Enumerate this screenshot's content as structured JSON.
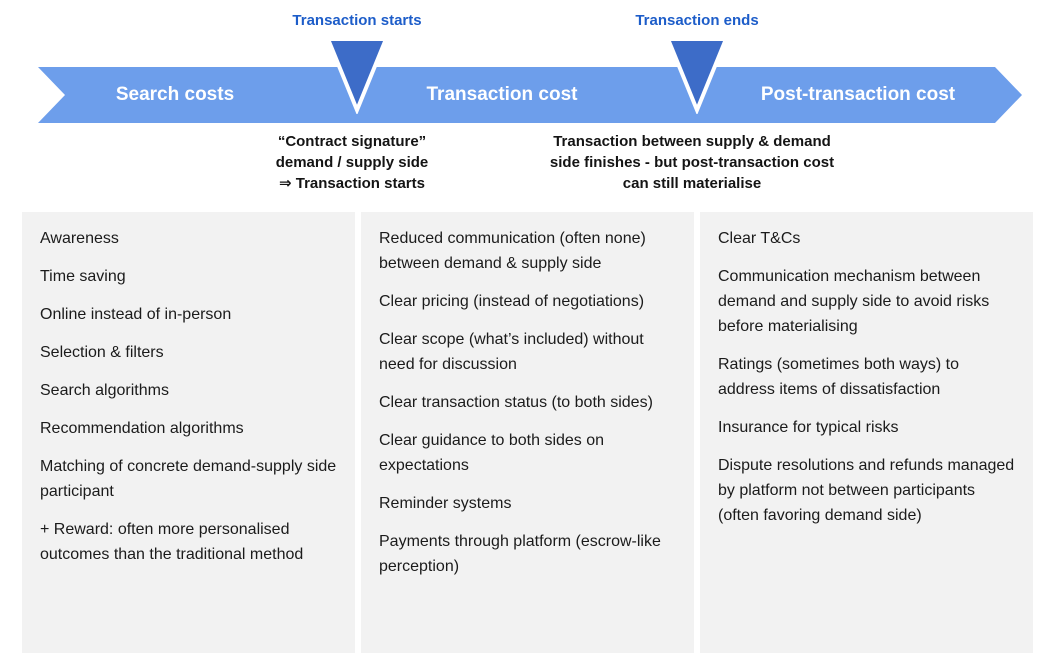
{
  "timeline": {
    "band_color": "#6D9EEB",
    "triangle_color": "#3D6CC8",
    "marker_label_color": "#1D5DC9",
    "panel_background": "#F2F2F2",
    "segments": [
      {
        "label": "Search costs"
      },
      {
        "label": "Transaction cost"
      },
      {
        "label": "Post-transaction cost"
      }
    ],
    "markers": [
      {
        "label": "Transaction starts",
        "annotation": [
          "“Contract signature”",
          "demand / supply side",
          "⇒ Transaction starts"
        ]
      },
      {
        "label": "Transaction ends",
        "annotation": [
          "Transaction between supply & demand",
          "side finishes - but post-transaction cost",
          "can still materialise"
        ]
      }
    ]
  },
  "columns": [
    {
      "segment": "Search costs",
      "items": [
        "Awareness",
        "Time saving",
        "Online instead of in-person",
        "Selection & filters",
        "Search algorithms",
        "Recommendation algorithms",
        "Matching of concrete demand-supply side participant",
        "+ Reward: often more personalised outcomes than the traditional method"
      ]
    },
    {
      "segment": "Transaction cost",
      "items": [
        "Reduced communication (often none) between demand & supply side",
        "Clear pricing (instead of negotiations)",
        "Clear scope (what’s included) without need for discussion",
        "Clear transaction status (to both sides)",
        "Clear guidance to both sides on expectations",
        "Reminder systems",
        "Payments through platform (escrow-like perception)"
      ]
    },
    {
      "segment": "Post-transaction cost",
      "items": [
        "Clear T&Cs",
        "Communication mechanism between demand and supply side to avoid risks before materialising",
        "Ratings (sometimes both ways) to address items of dissatisfaction",
        "Insurance for typical risks",
        "Dispute resolutions and refunds managed by platform not between participants (often favoring demand side)"
      ]
    }
  ]
}
